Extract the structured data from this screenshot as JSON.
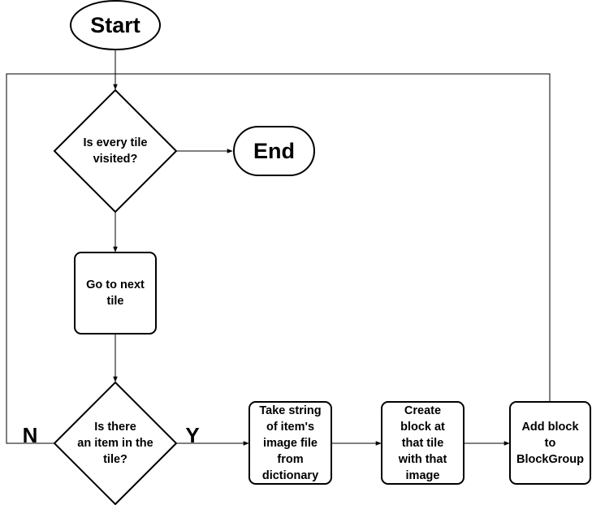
{
  "diagram": {
    "nodes": {
      "start": "Start",
      "end": "End",
      "check_visited": "Is every tile\nvisited?",
      "next_tile": "Go to next\ntile",
      "check_item": "Is there\nan item in the\ntile?",
      "take_string": "Take string\nof item's\nimage file\nfrom\ndictionary",
      "create_block": "Create\nblock at\nthat tile\nwith that\nimage",
      "add_block": "Add block\nto\nBlockGroup"
    },
    "edge_labels": {
      "no": "N",
      "yes": "Y"
    }
  }
}
